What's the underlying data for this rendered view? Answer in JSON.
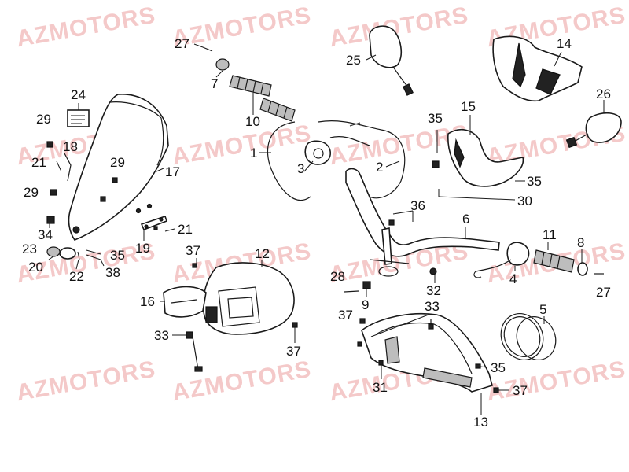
{
  "watermark": "AZMOTORS",
  "watermark_color": "#f4c9c9",
  "callouts": [
    {
      "id": "c27a",
      "label": "27"
    },
    {
      "id": "c7",
      "label": "7"
    },
    {
      "id": "c10",
      "label": "10"
    },
    {
      "id": "c25",
      "label": "25"
    },
    {
      "id": "c14",
      "label": "14"
    },
    {
      "id": "c24",
      "label": "24"
    },
    {
      "id": "c29a",
      "label": "29"
    },
    {
      "id": "c18",
      "label": "18"
    },
    {
      "id": "c21a",
      "label": "21"
    },
    {
      "id": "c29b",
      "label": "29"
    },
    {
      "id": "c17",
      "label": "17"
    },
    {
      "id": "c29c",
      "label": "29"
    },
    {
      "id": "c1",
      "label": "1"
    },
    {
      "id": "c3",
      "label": "3"
    },
    {
      "id": "c2",
      "label": "2"
    },
    {
      "id": "c15",
      "label": "15"
    },
    {
      "id": "c35a",
      "label": "35"
    },
    {
      "id": "c26",
      "label": "26"
    },
    {
      "id": "c35b",
      "label": "35"
    },
    {
      "id": "c30",
      "label": "30"
    },
    {
      "id": "c36",
      "label": "36"
    },
    {
      "id": "c6",
      "label": "6"
    },
    {
      "id": "c11",
      "label": "11"
    },
    {
      "id": "c8",
      "label": "8"
    },
    {
      "id": "c34",
      "label": "34"
    },
    {
      "id": "c23",
      "label": "23"
    },
    {
      "id": "c19",
      "label": "19"
    },
    {
      "id": "c21b",
      "label": "21"
    },
    {
      "id": "c35c",
      "label": "35"
    },
    {
      "id": "c20",
      "label": "20"
    },
    {
      "id": "c22",
      "label": "22"
    },
    {
      "id": "c38",
      "label": "38"
    },
    {
      "id": "c37a",
      "label": "37"
    },
    {
      "id": "c12",
      "label": "12"
    },
    {
      "id": "c28",
      "label": "28"
    },
    {
      "id": "c9",
      "label": "9"
    },
    {
      "id": "c32",
      "label": "32"
    },
    {
      "id": "c4",
      "label": "4"
    },
    {
      "id": "c27b",
      "label": "27"
    },
    {
      "id": "c16",
      "label": "16"
    },
    {
      "id": "c33a",
      "label": "33"
    },
    {
      "id": "c37b",
      "label": "37"
    },
    {
      "id": "c37c",
      "label": "37"
    },
    {
      "id": "c33b",
      "label": "33"
    },
    {
      "id": "c5",
      "label": "5"
    },
    {
      "id": "c35d",
      "label": "35"
    },
    {
      "id": "c31",
      "label": "31"
    },
    {
      "id": "c37d",
      "label": "37"
    },
    {
      "id": "c13",
      "label": "13"
    }
  ]
}
